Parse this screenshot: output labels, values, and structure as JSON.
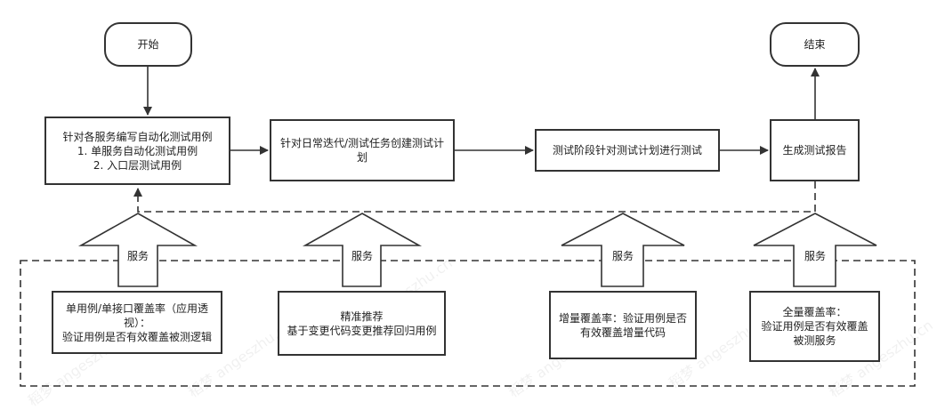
{
  "nodes": {
    "start": "开始",
    "end": "结束",
    "write_cases": [
      "针对各服务编写自动化测试用例",
      "1. 单服务自动化测试用例",
      "2. 入口层测试用例"
    ],
    "create_plan": "针对日常迭代/测试任务创建测试计划",
    "run_tests": "测试阶段针对测试计划进行测试",
    "report": "生成测试报告"
  },
  "services": {
    "arrow_label": "服务",
    "single_coverage": [
      "单用例/单接口覆盖率（应用透视）：",
      "验证用例是否有效覆盖被测逻辑"
    ],
    "precise_recommend": [
      "精准推荐",
      "基于变更代码变更推荐回归用例"
    ],
    "incremental_coverage": "增量覆盖率：验证用例是否有效覆盖增量代码",
    "full_coverage": [
      "全量覆盖率：",
      "验证用例是否有效覆盖被测服务"
    ]
  },
  "watermark": "稻梦 angeszhu.cn",
  "colors": {
    "stroke": "#333333",
    "text": "#222222"
  }
}
